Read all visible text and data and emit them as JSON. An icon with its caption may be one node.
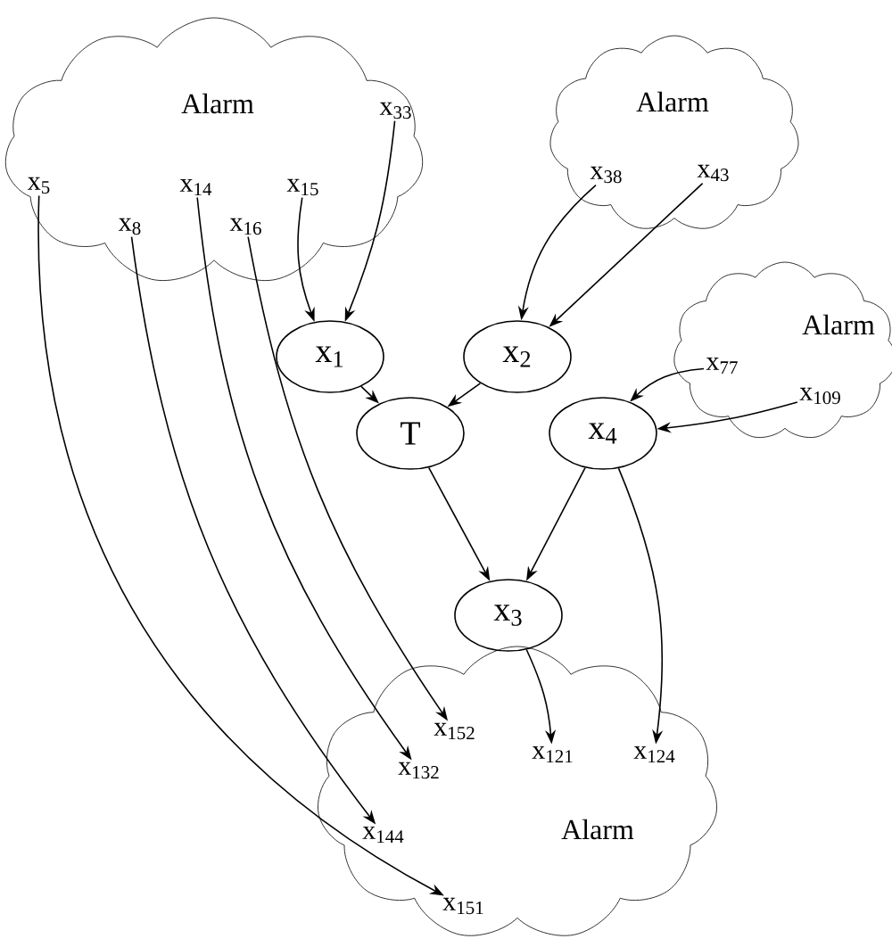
{
  "diagram": {
    "nodes": [
      {
        "text": [
          "Alarm"
        ]
      },
      {
        "text": [
          "x$_{33}$"
        ],
        "in": 0
      },
      {
        "text": [
          "x$_{5}$"
        ],
        "in": 0
      },
      {
        "text": [
          "x$_{14}$"
        ],
        "in": 0
      },
      {
        "text": [
          "x$_{15}$"
        ],
        "in": 0
      },
      {
        "text": [
          "x$_{8}$"
        ],
        "in": 0
      },
      {
        "text": [
          "x$_{16}$"
        ],
        "in": 0
      },
      {
        "text": [
          "Alarm"
        ]
      },
      {
        "text": [
          "x$_{38}$"
        ],
        "in": 7
      },
      {
        "text": [
          "x$_{43}$"
        ],
        "in": 7
      },
      {
        "text": [
          "Alarm"
        ]
      },
      {
        "text": [
          "x$_{77}$"
        ],
        "in": 10
      },
      {
        "text": [
          "x$_{109}$"
        ],
        "in": 10
      },
      {
        "text": [
          "x$_{1}$"
        ]
      },
      {
        "text": [
          "x$_{2}$"
        ]
      },
      {
        "text": [
          "T"
        ]
      },
      {
        "text": [
          "x$_{4}$"
        ]
      },
      {
        "text": [
          "x$_{3}$"
        ]
      },
      {
        "text": [
          "Alarm"
        ]
      },
      {
        "text": [
          "x$_{152}$"
        ],
        "in": 18
      },
      {
        "text": [
          "x$_{132}$"
        ],
        "in": 18
      },
      {
        "text": [
          "x$_{121}$"
        ],
        "in": 18
      },
      {
        "text": [
          "x$_{124}$"
        ],
        "in": 18
      },
      {
        "text": [
          "x$_{144}$"
        ],
        "in": 18
      },
      {
        "text": [
          "x$_{151}$"
        ],
        "in": 18
      }
    ],
    "edges": [
      {
        "from": 4,
        "to": 13,
        "arrow": "to"
      },
      {
        "from": 1,
        "to": 13,
        "arrow": "to"
      },
      {
        "from": 8,
        "to": 14,
        "arrow": "to"
      },
      {
        "from": 9,
        "to": 14,
        "arrow": "to"
      },
      {
        "from": 13,
        "to": 15,
        "arrow": "to"
      },
      {
        "from": 14,
        "to": 15,
        "arrow": "to"
      },
      {
        "from": 11,
        "to": 16,
        "arrow": "to"
      },
      {
        "from": 12,
        "to": 16,
        "arrow": "to"
      },
      {
        "from": 15,
        "to": 17,
        "arrow": "to"
      },
      {
        "from": 16,
        "to": 17,
        "arrow": "to"
      },
      {
        "from": 17,
        "to": 21,
        "arrow": "to"
      },
      {
        "from": 16,
        "to": 22,
        "arrow": "to"
      },
      {
        "from": 6,
        "to": 19,
        "arrow": "to"
      },
      {
        "from": 3,
        "to": 20,
        "arrow": "to"
      },
      {
        "from": 5,
        "to": 23,
        "arrow": "to"
      },
      {
        "from": 2,
        "to": 24,
        "arrow": "to"
      }
    ]
  }
}
